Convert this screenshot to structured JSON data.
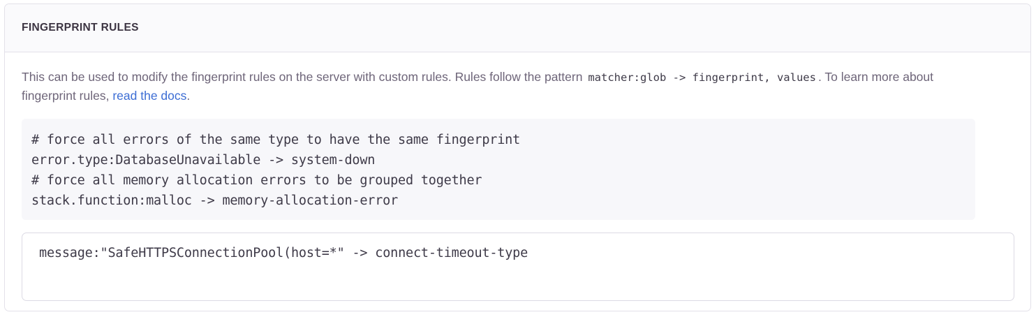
{
  "panel": {
    "title": "FINGERPRINT RULES",
    "description": {
      "before_code": "This can be used to modify the fingerprint rules on the server with custom rules. Rules follow the pattern",
      "inline_code": "matcher:glob -> fingerprint, values",
      "after_code": ". To learn more about fingerprint rules,",
      "link_text": "read the docs",
      "trailing": "."
    },
    "example_code": {
      "lines": [
        "# force all errors of the same type to have the same fingerprint",
        "error.type:DatabaseUnavailable -> system-down",
        "# force all memory allocation errors to be grouped together",
        "stack.function:malloc -> memory-allocation-error"
      ]
    },
    "rules_input": {
      "value": "message:\"SafeHTTPSConnectionPool(host=*\" -> connect-timeout-type",
      "placeholder": ""
    }
  },
  "colors": {
    "panel_border": "#E3E1E9",
    "header_bg": "#FAFAFC",
    "title_text": "#3C3442",
    "body_text": "#6E6579",
    "code_bg": "#F7F7FA",
    "code_text": "#3E3A48",
    "link": "#3C6DD4",
    "input_border": "#DCDAE4"
  }
}
